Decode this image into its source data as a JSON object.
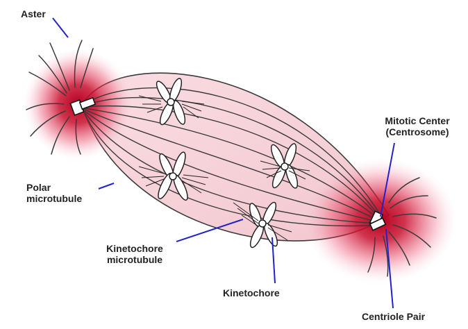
{
  "labels": {
    "aster": "Aster",
    "polar_line1": "Polar",
    "polar_line2": "microtubule",
    "kinetochore_mt_line1": "Kinetochore",
    "kinetochore_mt_line2": "microtubule",
    "kinetochore": "Kinetochore",
    "mitotic_line1": "Mitotic Center",
    "mitotic_line2": "(Centrosome)",
    "centriole_pair": "Centriole Pair"
  },
  "colors": {
    "pole_core": "#b3001f",
    "pole_glow": "#e8365a",
    "spindle_fill": "#f7d6dc",
    "fiber": "#3a3a3a",
    "pointer_line": "#2222cc",
    "label_text": "#222222"
  }
}
